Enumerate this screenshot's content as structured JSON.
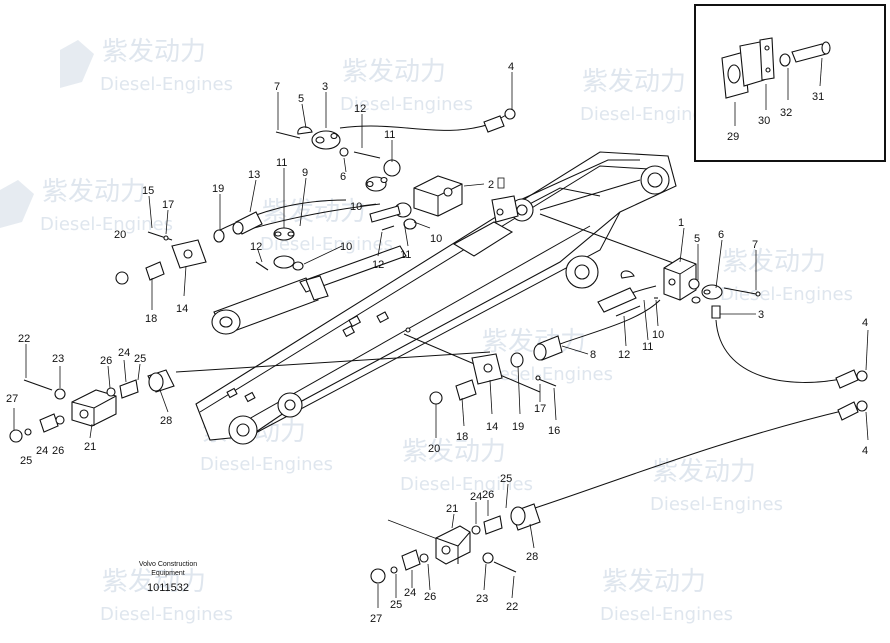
{
  "watermark": {
    "company_cn": "紫发动力",
    "company_en": "Diesel-Engines"
  },
  "caption": {
    "line1": "Volvo Construction",
    "line2": "Equipment",
    "doc_number": "1011532"
  },
  "callouts": {
    "c4a": "4",
    "c7a": "7",
    "c5a": "5",
    "c3a": "3",
    "c12a": "12",
    "c11a": "11",
    "c6a": "6",
    "c2": "2",
    "c13": "13",
    "c11b": "11",
    "c9": "9",
    "c19a": "19",
    "c15": "15",
    "c17a": "17",
    "c20a": "20",
    "c10a": "10",
    "c10b": "10",
    "c10c": "10",
    "c12b": "12",
    "c12c": "12",
    "c11c": "11",
    "c14a": "14",
    "c18a": "18",
    "c1": "1",
    "c5b": "5",
    "c6b": "6",
    "c7b": "7",
    "c3b": "3",
    "c12d": "12",
    "c11d": "11",
    "c10d": "10",
    "c8": "8",
    "c22a": "22",
    "c23a": "23",
    "c26a": "26",
    "c24a": "24",
    "c25a": "25",
    "c27a": "27",
    "c25b": "25",
    "c24b": "24",
    "c26b": "26",
    "c21a": "21",
    "c28a": "28",
    "c14b": "14",
    "c19b": "19",
    "c17b": "17",
    "c16": "16",
    "c18b": "18",
    "c20b": "20",
    "c4b": "4",
    "c4c": "4",
    "c25c": "25",
    "c26c": "26",
    "c24c": "24",
    "c21b": "21",
    "c28b": "28",
    "c27b": "27",
    "c25d": "25",
    "c24d": "24",
    "c26d": "26",
    "c23b": "23",
    "c22b": "22",
    "c29": "29",
    "c30": "30",
    "c32": "32",
    "c31": "31"
  }
}
